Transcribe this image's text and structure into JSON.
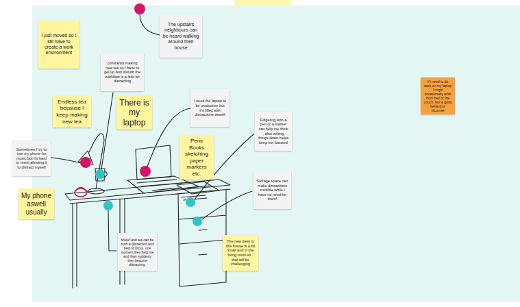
{
  "diagram": {
    "nodes": [
      {
        "text": [
          "I just moved so I stil have to create a work environment"
        ]
      },
      {
        "text": [
          "The upstairs neighbours can be heard walking around their house"
        ]
      },
      {
        "text": [
          "constantly making new tea so I have to get up and disturb the workflow is a little bit distracting"
        ]
      },
      {
        "text": [
          "If i need to do work on my laptop I might occasionally work from bed or the couch. Not a good behaviour ofcourse"
        ]
      },
      {
        "text": [
          "I need the laptop to be productive but it's filled with distractions aswell"
        ]
      },
      {
        "text": [
          "Endless tea because I keep making new tea"
        ]
      },
      {
        "text": [
          "There is my laptop"
        ]
      },
      {
        "text": [
          "Fidgeting with a pen or a marker can help me think , also writing things down helps keep me focused"
        ]
      },
      {
        "text": [
          "Pens Books sketching paper markers etc."
        ]
      },
      {
        "text": [
          "Sometimes I try to use my phone for music but it's hard to resist allowing it to distract myself"
        ]
      },
      {
        "text": [
          "My phone aswell usually"
        ]
      },
      {
        "text": [
          "Storage space can make distractions invisible while I have no need for them!"
        ]
      },
      {
        "text": [
          "Music and tea can be both a distraction and help to focus, one moment they help me and than suddenly they become distracting."
        ]
      },
      {
        "text": [
          "The new desk in this house is a bit small and in the living room so.. that will be challenging"
        ]
      }
    ]
  }
}
